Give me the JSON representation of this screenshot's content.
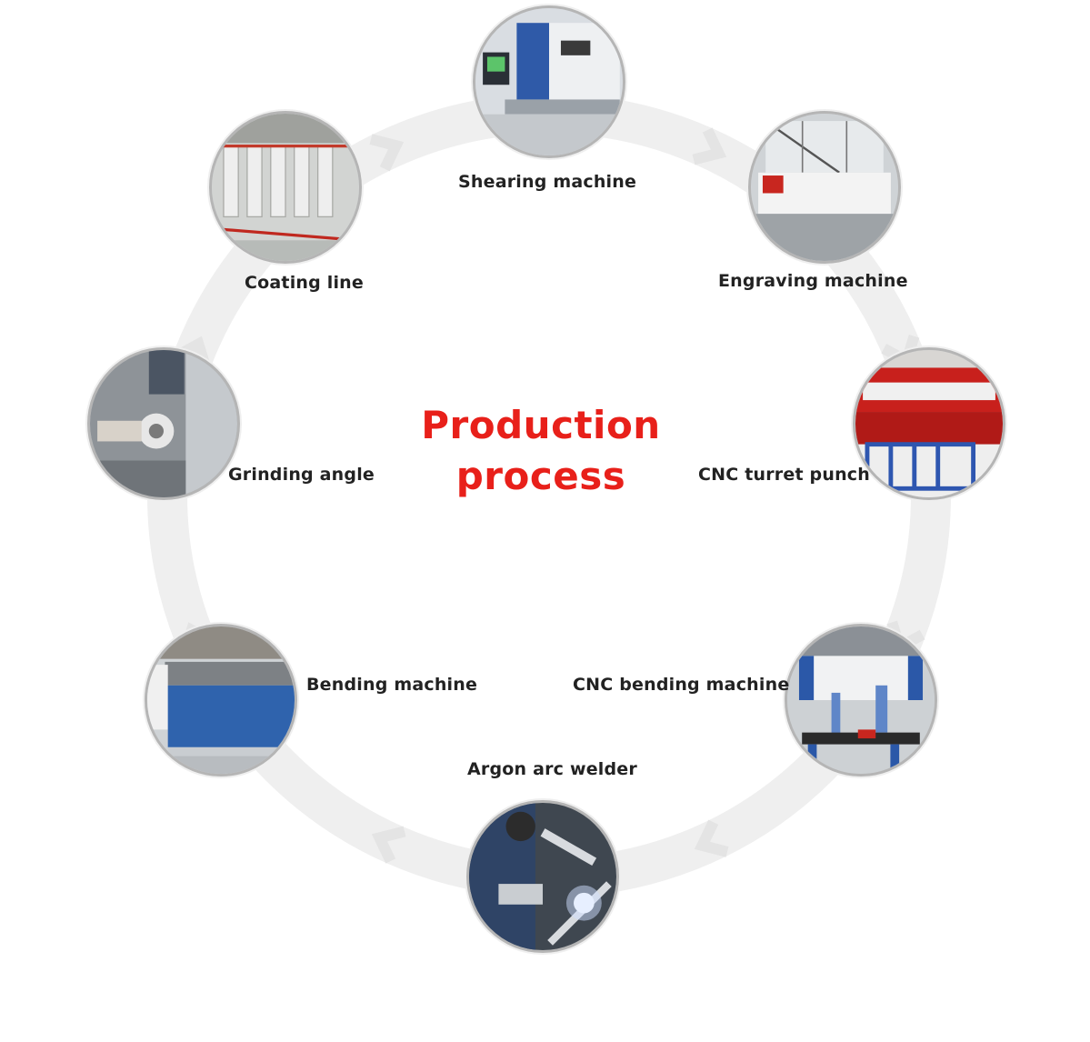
{
  "title": {
    "line1": "Production",
    "line2": "process",
    "color": "#e8201a"
  },
  "steps": [
    {
      "label": "Shearing machine",
      "icon": "shearing-machine-photo"
    },
    {
      "label": "Engraving machine",
      "icon": "engraving-machine-photo"
    },
    {
      "label": "CNC turret punch",
      "icon": "cnc-turret-punch-photo"
    },
    {
      "label": "CNC bending machine",
      "icon": "cnc-bending-machine-photo"
    },
    {
      "label": "Argon arc welder",
      "icon": "argon-arc-welder-photo"
    },
    {
      "label": "Bending machine",
      "icon": "bending-machine-photo"
    },
    {
      "label": "Grinding angle",
      "icon": "grinding-angle-photo"
    },
    {
      "label": "Coating line",
      "icon": "coating-line-photo"
    }
  ],
  "colors": {
    "ring": "#ececec",
    "label_text": "#222222",
    "accent": "#e8201a"
  }
}
